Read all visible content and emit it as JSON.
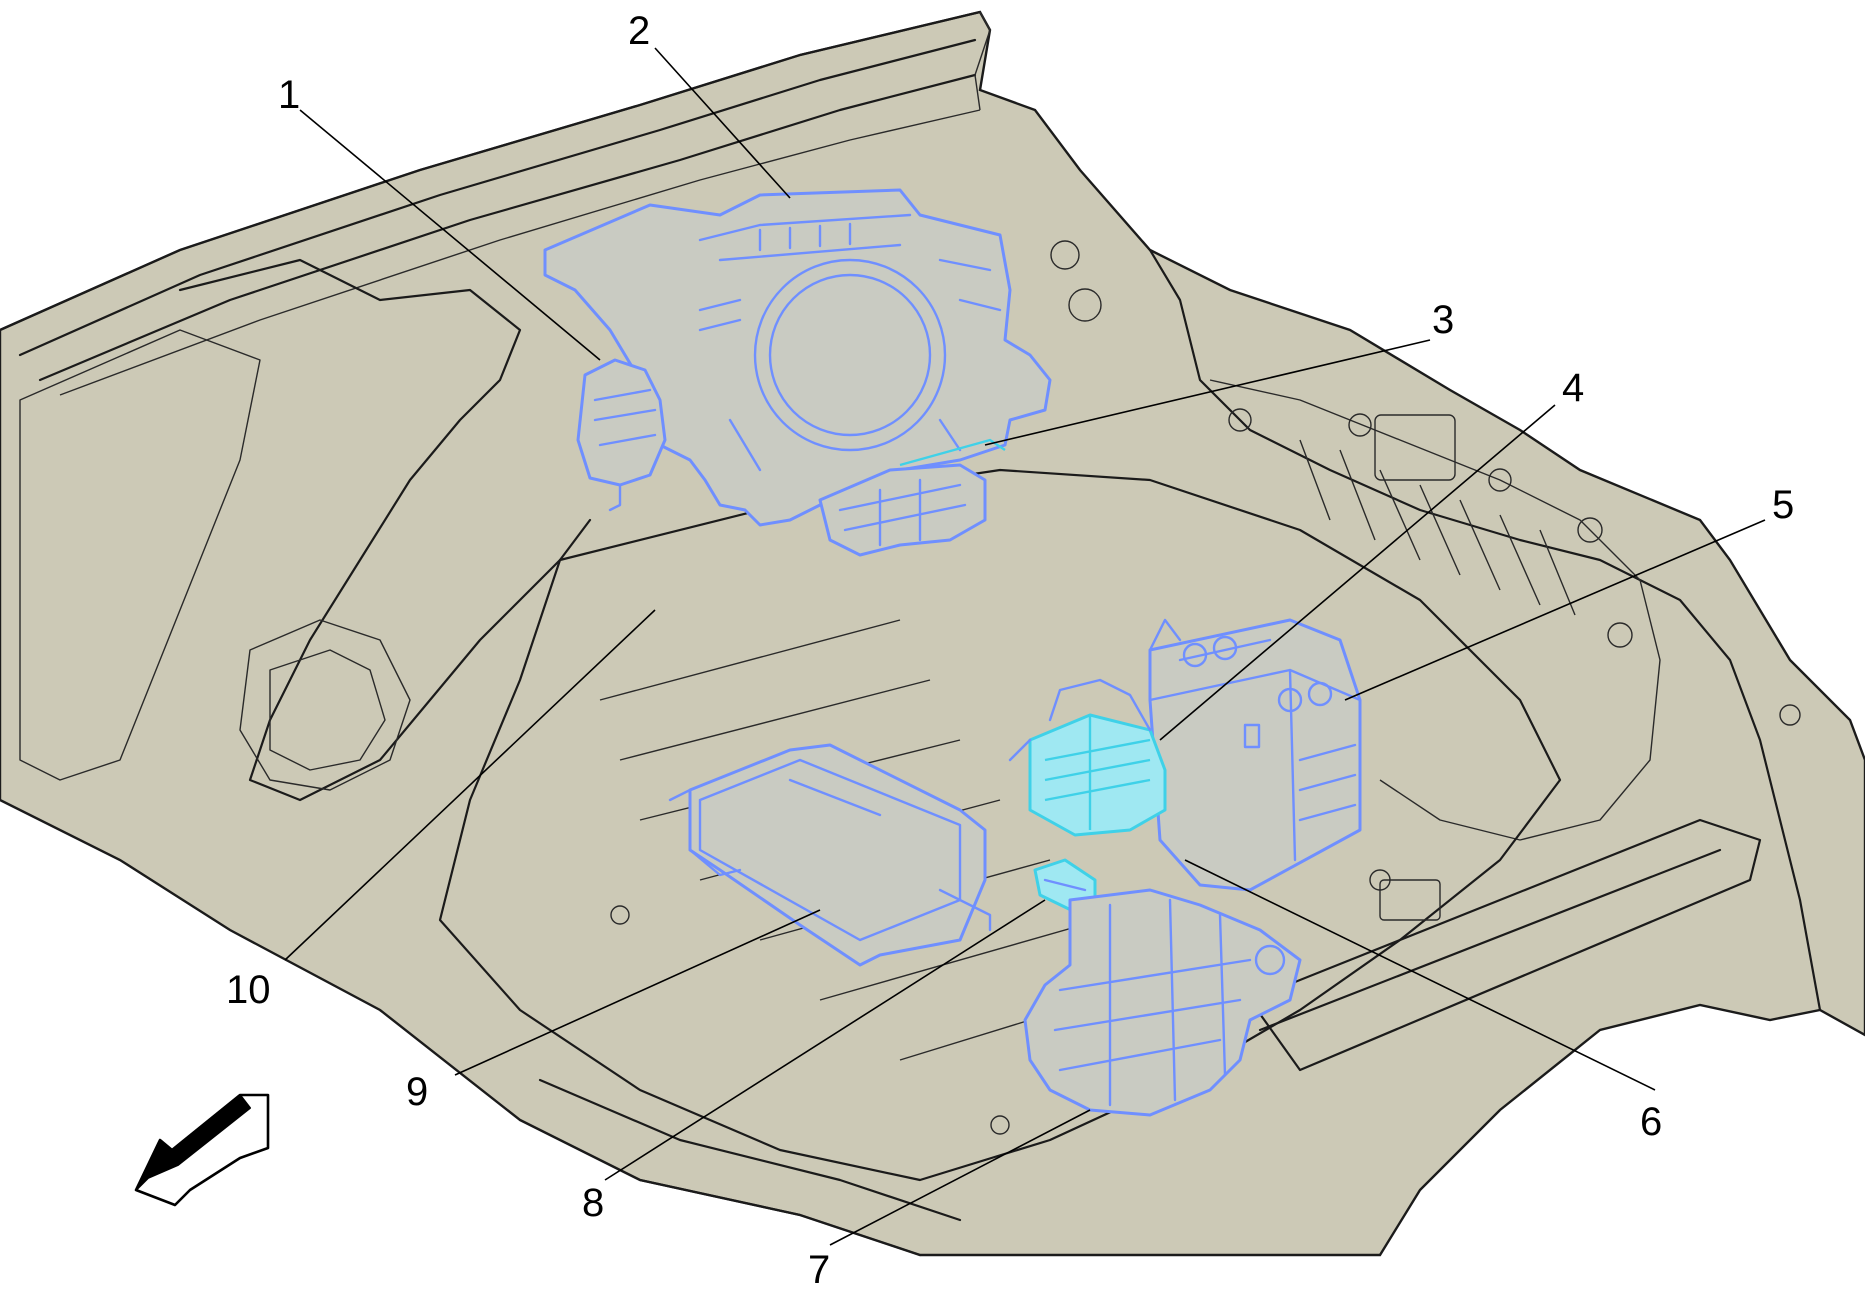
{
  "callouts": [
    {
      "label": "1"
    },
    {
      "label": "2"
    },
    {
      "label": "3"
    },
    {
      "label": "4"
    },
    {
      "label": "5"
    },
    {
      "label": "6"
    },
    {
      "label": "7"
    },
    {
      "label": "8"
    },
    {
      "label": "9"
    },
    {
      "label": "10"
    }
  ],
  "colors": {
    "background": "#ffffff",
    "vehicle_body": "#ccc9b6",
    "highlight_blue": "#6f8fff",
    "highlight_cyan": "#3fd1e8",
    "line": "#1b1b1b"
  },
  "icons": {
    "direction_arrow": "front-direction-arrow-icon"
  }
}
